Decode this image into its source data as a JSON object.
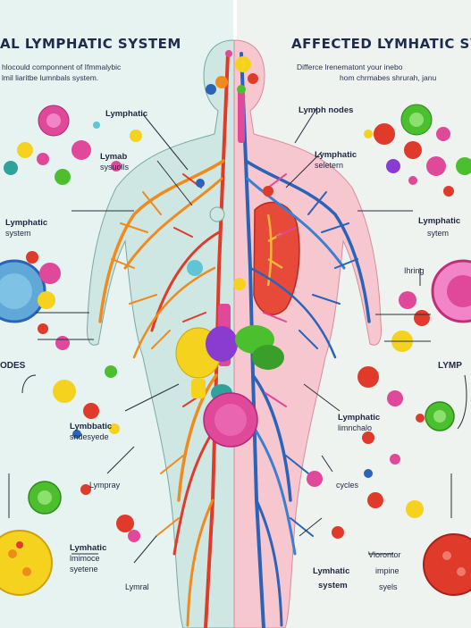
{
  "left": {
    "title": "AL LYMPHATIC SYSTEM",
    "subtitle_1": "hlocould componnent of Ifmmalybic",
    "subtitle_2": "lmil liaritbe lumnbals system.",
    "labels": {
      "lymphatic": "Lymphatic",
      "lymab_1": "Lymab",
      "lymab_2": "sysuolls",
      "system_1": "Lymphatic",
      "system_2": "system",
      "odes": "ODES",
      "sndesyede_1": "Lymbbatic",
      "sndesyede_2": "sndesyede",
      "lympray": "Lympray",
      "bottom_1": "Lymhatic",
      "bottom_2": "lmimoce",
      "bottom_3": "syetene",
      "lymral": "Lymral"
    }
  },
  "right": {
    "title": "AFFECTED LYMHATIC SYSTEM",
    "subtitle_1": "Differce lrenematont your inebo",
    "subtitle_2": "hom chrmabes shrurah, janu",
    "labels": {
      "nodes": "Lymph nodes",
      "seletern_1": "Lymphatic",
      "seletern_2": "seletern",
      "system_1": "Lymphatic",
      "system_2": "sytem",
      "ihring": "Ihring",
      "lymp": "LYMP",
      "limnchalo_1": "Lymphatic",
      "limnchalo_2": "limnchalo",
      "cycles": "cycles",
      "bottom_1": "Lymhatic",
      "bottom_2": "system",
      "vlorontor_1": "Vlorontor",
      "vlorontor_2": "impine",
      "vlorontor_3": "syels"
    }
  },
  "colors": {
    "vessel_orange": "#f08a1c",
    "vessel_red": "#e03a2a",
    "vessel_blue": "#2a63b8",
    "node_yellow": "#f4d21e",
    "node_pink": "#e0489a",
    "node_green": "#4cbf2e",
    "body_teal": "#cfe7e3",
    "body_pink": "#f7c7cf"
  }
}
